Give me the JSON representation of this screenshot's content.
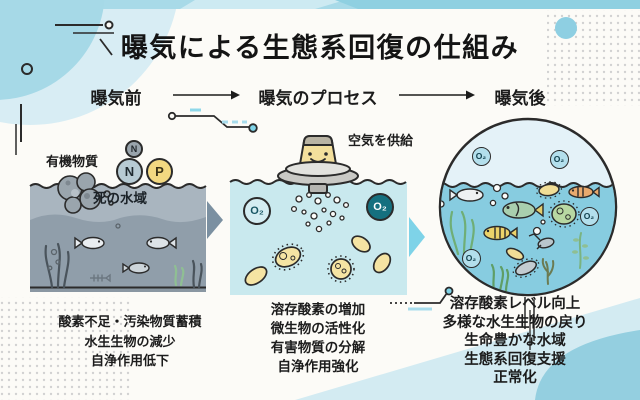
{
  "title": "曝気による生態系回復の仕組み",
  "stages": [
    {
      "header": "曝気前",
      "labels": {
        "organic": "有機物質",
        "water": "死の水域"
      },
      "particles": [
        {
          "label": "N"
        },
        {
          "label": "N"
        },
        {
          "label": "P"
        }
      ],
      "notes": [
        "酸素不足・汚染物質蓄積",
        "水生生物の減少",
        "自浄作用低下"
      ]
    },
    {
      "header": "曝気のプロセス",
      "labels": {
        "air_supply": "空気を供給"
      },
      "o2_left": "O₂",
      "o2_right": "O₂",
      "notes": [
        "溶存酸素の増加",
        "微生物の活性化",
        "有害物質の分解",
        "自浄作用強化"
      ]
    },
    {
      "header": "曝気後",
      "o2": "O₂",
      "notes": [
        "溶存酸素レベル向上",
        "多様な水生生物の戻り",
        "生命豊かな水域",
        "生態系回復支援",
        "正常化"
      ]
    }
  ],
  "palette": {
    "background": "#fcfbf7",
    "accent_light_blue": "#a6d9e7",
    "pale_blue": "#d8edf4",
    "band_blue": "#8fd0e1",
    "before_water_top": "#a9b5bf",
    "before_water_deep": "#909eaa",
    "process_water": "#c9e9ee",
    "after_sky": "#e4f2f8",
    "after_water": "#87cce0",
    "device_yellow": "#f3df9c",
    "microbe_yellow": "#f5e4a3",
    "p_badge_yellow": "#f2d881",
    "n_badge_blue": "#b7cbd4",
    "n_badge_gray": "#99a4ac",
    "o2_dark_teal": "#15707f",
    "o2_ring_fill": "#b3dfec",
    "chevron_gray_blue": "#7b90a1",
    "chevron_cyan": "#7ed3e8",
    "ink": "#2b2b2b",
    "dot_gray": "#d2d2d2"
  }
}
